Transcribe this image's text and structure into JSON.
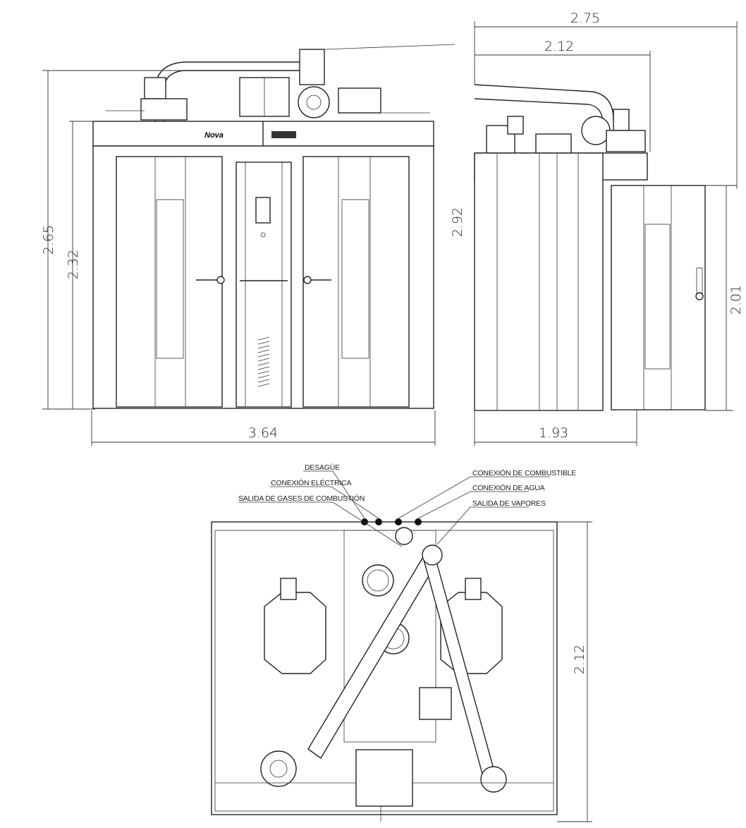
{
  "front_view": {
    "width_dim": "3.64",
    "height_total_dim": "2.65",
    "height_body_dim": "2.32"
  },
  "side_view": {
    "overall_width_dim": "2.75",
    "upper_width_dim": "2.12",
    "body_width_dim": "1.93",
    "height_total_dim": "2.92",
    "door_height_dim": "2.01"
  },
  "top_view": {
    "depth_dim": "2.12",
    "callouts": [
      "DESAGÜE",
      "CONEXIÓN ELÉCTRICA",
      "SALIDA DE GASES DE COMBUSTIÓN",
      "CONEXIÓN DE COMBUSTIBLE",
      "CONEXIÓN DE AGUA",
      "SALIDA DE VAPORES"
    ]
  }
}
